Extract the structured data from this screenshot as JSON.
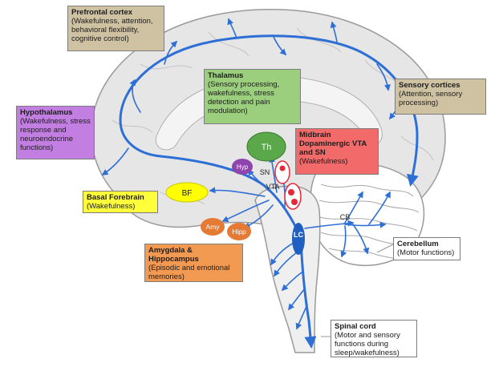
{
  "boxes": {
    "prefrontal": {
      "title": "Prefrontal cortex",
      "desc": "(Wakefulness, attention, behavioral flexibility, cognitive control)",
      "color": "#cfc2a3"
    },
    "thalamus": {
      "title": "Thalamus",
      "desc": "(Sensory processing, wakefulness, stress detection and pain modulation)",
      "color": "#9bcf7e"
    },
    "sensory": {
      "title": "Sensory cortices",
      "desc": "(Attention, sensory processing)",
      "color": "#cfc2a3"
    },
    "hypothalamus": {
      "title": "Hypothalamus",
      "desc": "(Wakefulness, stress response and neuroendocrine functions)",
      "color": "#c27ee0"
    },
    "midbrain": {
      "title": "Midbrain Dopaminergic VTA and SN",
      "desc": "(Wakefulness)",
      "color": "#f26a6a"
    },
    "basal": {
      "title": "Basal Forebrain",
      "desc": "(Wakefulness)",
      "color": "#ffff3c"
    },
    "amygdala": {
      "title": "Amygdala & Hippocampus",
      "desc": "(Episodic and emotional memories)",
      "color": "#f39a52"
    },
    "cerebellum": {
      "title": "Cerebellum",
      "desc": "(Motor functions)",
      "color": "#ffffff"
    },
    "spinal": {
      "title": "Spinal cord",
      "desc": "(Motor and sensory functions during sleep/wakefulness)",
      "color": "#ffffff"
    }
  },
  "nodes": {
    "th": {
      "label": "Th",
      "color": "#5aa84a"
    },
    "hyp": {
      "label": "Hyp",
      "color": "#8e44ad"
    },
    "bf": {
      "label": "BF",
      "color": "#ffff00"
    },
    "amy": {
      "label": "Amy",
      "color": "#e57a35"
    },
    "hipp": {
      "label": "Hipp",
      "color": "#e57a35"
    },
    "sn": {
      "label": "SN"
    },
    "vta": {
      "label": "VTA"
    },
    "cb": {
      "label": "CB"
    },
    "lc": {
      "label": "LC",
      "color": "#1f5fbf"
    }
  },
  "colors": {
    "pathway": "#2e6fd6",
    "brain_fill": "#e6e6e6",
    "brain_outline": "#9a9a9a",
    "dopamine": "#e8283a"
  }
}
